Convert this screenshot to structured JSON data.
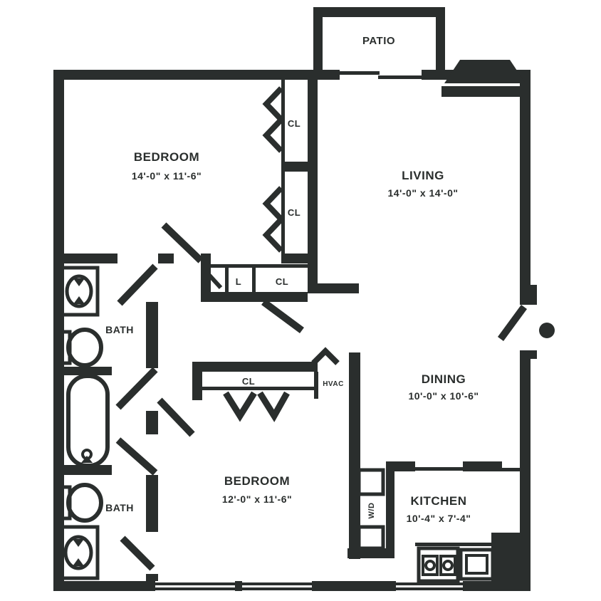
{
  "colors": {
    "wall": "#2a2e2d",
    "background": "#ffffff"
  },
  "rooms": {
    "patio": {
      "label": "PATIO"
    },
    "bedroom1": {
      "label": "BEDROOM",
      "dims": "14'-0\" x 11'-6\""
    },
    "living": {
      "label": "LIVING",
      "dims": "14'-0\" x 14'-0\""
    },
    "dining": {
      "label": "DINING",
      "dims": "10'-0\" x 10'-6\""
    },
    "kitchen": {
      "label": "KITCHEN",
      "dims": "10'-4\" x 7'-4\""
    },
    "bedroom2": {
      "label": "BEDROOM",
      "dims": "12'-0\" x 11'-6\""
    },
    "bath1": {
      "label": "BATH"
    },
    "bath2": {
      "label": "BATH"
    }
  },
  "closets": {
    "closet_top": "CL",
    "closet_mid": "CL",
    "linen": "L",
    "hall_closet": "CL",
    "bedroom2_closet": "CL",
    "hvac": "HVAC",
    "washer_dryer": "W/D"
  }
}
